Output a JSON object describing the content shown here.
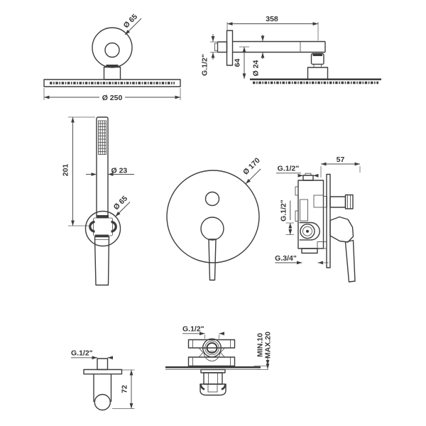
{
  "drawing": {
    "type": "technical-drawing",
    "subject": "concealed shower set with overhead shower, hand shower, mixer, outlet elbow and stop valve",
    "colors": {
      "line": "#3d3d3d",
      "text": "#333333",
      "background": "#ffffff"
    }
  },
  "views": {
    "showerhead_front": {
      "name": "overhead shower front view",
      "labels": {
        "head_diameter": "Ø 250",
        "flange_diameter": "Ø 65"
      }
    },
    "showerarm_side": {
      "name": "shower arm side view",
      "labels": {
        "arm_length": "358",
        "wall_thread": "G.1/2\"",
        "drop_height": "64",
        "arm_diameter": "Ø 24"
      }
    },
    "handshower": {
      "name": "hand shower with holder",
      "labels": {
        "length": "201",
        "wand_diameter": "Ø 23",
        "holder_diameter": "Ø 65"
      }
    },
    "mixer_front": {
      "name": "mixer plate front view",
      "labels": {
        "plate_diameter": "Ø 170"
      }
    },
    "mixer_side": {
      "name": "mixer side view",
      "labels": {
        "depth": "57",
        "top_thread": "G.1/2\"",
        "side_thread": "G.1/2\"",
        "bottom_thread": "G.3/4\""
      }
    },
    "outlet_elbow": {
      "name": "wall outlet elbow",
      "labels": {
        "thread": "G.1/2\"",
        "height": "72"
      }
    },
    "stop_valve": {
      "name": "stop valve through wall",
      "labels": {
        "thread": "G.1/2\"",
        "min_embed": "MIN.10",
        "max_embed": "MAX.20"
      }
    }
  }
}
